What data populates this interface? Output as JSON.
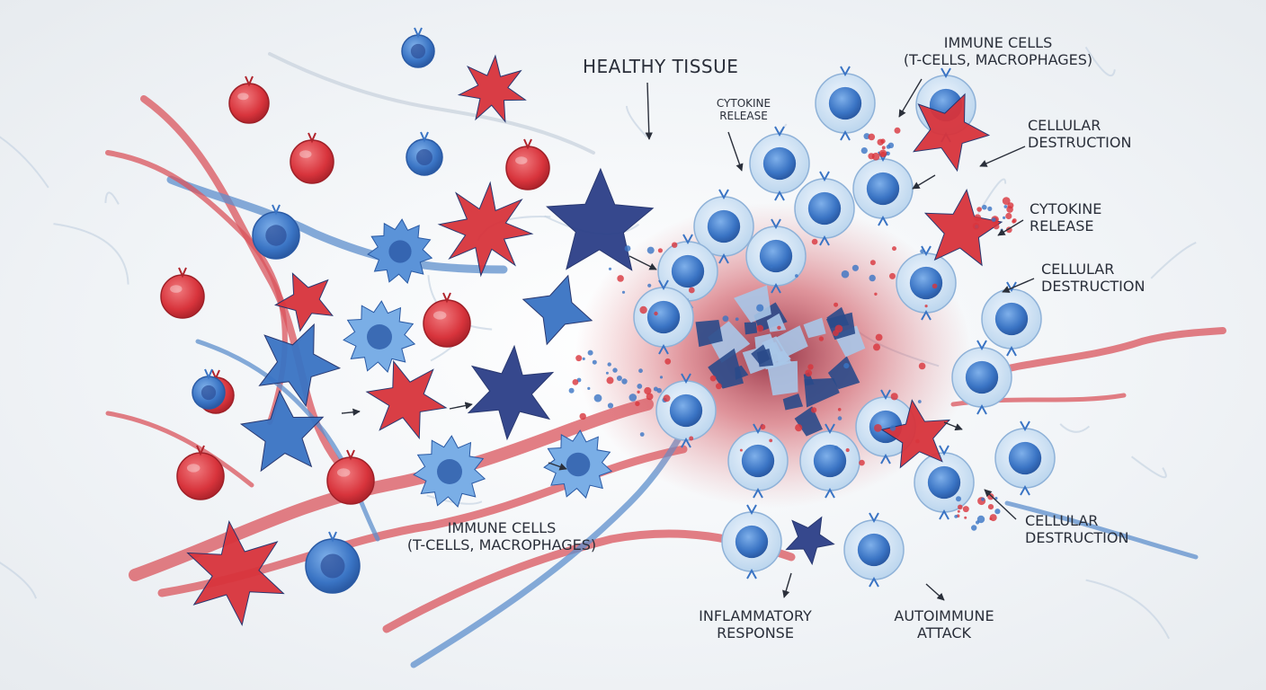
{
  "labels": {
    "healthy_tissue": "HEALTHY TISSUE",
    "immune_cells_top": "IMMUNE CELLS\n(T-CELLS, MACROPHAGES)",
    "cytokine_release_top": "CYTOKINE\nRELEASE",
    "cellular_destruction_top": "CELLULAR\nDESTRUCTION",
    "cytokine_release_right": "CYTOKINE\nRELEASE",
    "cellular_destruction_mid": "CELLULAR\nDESTRUCTION",
    "cellular_destruction_bottom": "CELLULAR\nDESTRUCTION",
    "immune_cells_bottom": "IMMUNE CELLS\n(T-CELLS, MACROPHAGES)",
    "inflammatory_response": "INFLAMMATORY\nRESPONSE",
    "autoimmune_attack": "AUTOIMMUNE\nATTACK"
  },
  "colors": {
    "healthy_red": "#d8343c",
    "immune_blue": "#3a74c4",
    "navy": "#2c3f88",
    "membrane": "#cfe2f3",
    "vessel_red": "#d9545c",
    "vessel_blue": "#5d8fcc",
    "label_text": "#2a2f3a"
  }
}
